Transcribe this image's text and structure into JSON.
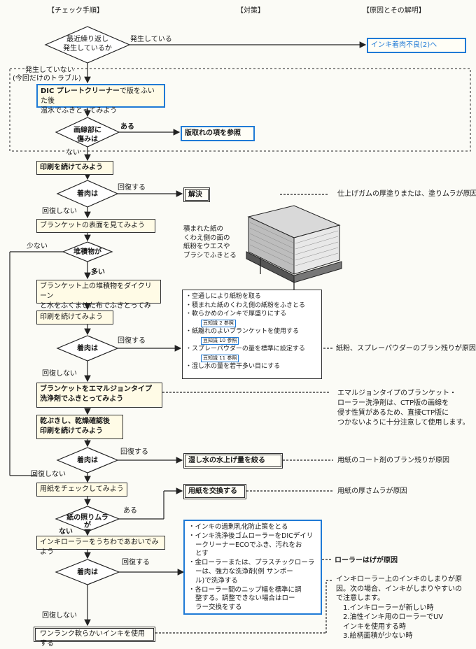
{
  "headers": {
    "check": "【チェック手順】",
    "action": "【対策】",
    "cause": "【原因とその解明】"
  },
  "d1": {
    "l1": "最近繰り返し",
    "l2": "発生しているか",
    "yes": "発生している",
    "target": "インキ着肉不良(2)へ"
  },
  "no1": {
    "l1": "発生していない",
    "l2": "(今回だけのトラブル)"
  },
  "step_plate": {
    "bold": "DIC プレートクリーナー",
    "rest1": "で版をふいた後",
    "rest2": "温水でふきとってみよう"
  },
  "d2": {
    "l1": "画線部に",
    "l2": "傷みは",
    "yes": "ある",
    "no": "ない",
    "target": "版取れの項を参照"
  },
  "step_print1": "印刷を続けてみよう",
  "d3": {
    "label": "着肉は",
    "yes": "回復する",
    "no": "回復しない",
    "target": "解決",
    "cause": "仕上げガムの厚塗りまたは、塗りムラが原因"
  },
  "step_blanket": "ブランケットの表面を見てみよう",
  "d4": {
    "label": "堆積物が",
    "yes": "多い",
    "no": "少ない"
  },
  "photo_caption": [
    "積まれた紙の",
    "くわえ側の面の",
    "紙粉をウエスや",
    "ブラシでふきとる"
  ],
  "step_clean": {
    "l1": "ブランケット上の堆積物をダイクリーン",
    "l2": "と水をふくませた布でふきとってみよう"
  },
  "step_print2": "印刷を続けてみよう",
  "d5": {
    "label": "着肉は",
    "yes": "回復する",
    "no": "回復しない",
    "cause": "紙粉、スプレーパウダーのブラン残りが原因"
  },
  "measures1": {
    "items": [
      "空通しにより紙粉を取る",
      "積まれた紙のくわえ側の紙粉をふきとる",
      "軟らかめのインキで厚盛りにする",
      "紙離れのよいブランケットを使用する",
      "スプレーパウダーの量を標準に設定する",
      "湿し水の量を若干多い目にする"
    ],
    "ref1": "豆知識 2 参照",
    "ref2": "豆知識 10 参照",
    "ref3": "豆知識 11 参照"
  },
  "step_emulsion": {
    "l1": "ブランケットをエマルジョンタイプ",
    "l2": "洗浄剤でふきとってみよう"
  },
  "emulsion_note": [
    "エマルジョンタイプのブランケット・",
    "ローラー洗浄剤は、CTP版の画線を",
    "侵す性質があるため、直接CTP版に",
    "つかないように十分注意して使用します。"
  ],
  "step_dry": {
    "l1": "乾ぶきし、乾燥確認後",
    "l2": "印刷を続けてみよう"
  },
  "d6": {
    "label": "着肉は",
    "yes": "回復する",
    "no": "回復しない",
    "target": "湿し水の水上げ量を絞る",
    "cause": "用紙のコート剤のブラン残りが原因"
  },
  "step_paper": "用紙をチェックしてみよう",
  "d7": {
    "l1": "紙の照りムラ",
    "l2": "が",
    "yes": "ある",
    "no": "ない",
    "target": "用紙を交換する",
    "cause": "用紙の厚さムラが原因"
  },
  "step_roller": "インキローラーをうちわであおいでみよう",
  "d8": {
    "label": "着肉は",
    "yes": "回復する",
    "no": "回復しない",
    "cause": "ローラーはげが原因"
  },
  "measures2": [
    "インキの過剰乳化防止策をとる",
    "インキ洗浄後ゴムローラーをDICデイリ",
    "ークリーナーECOでふき、汚れをお",
    "とす",
    "金ローラーまたは、プラスチックローラ",
    "ーは、強力な洗浄剤(例 サンポー",
    "ル)で洗浄する",
    "各ローラー間のニップ幅を標準に調",
    "整する。調整できない場合はロー",
    "ラー交換をする"
  ],
  "roller_note": [
    "インキローラー上のインキのしまりが原",
    "因。次の場合、インキがしまりやすいの",
    "で注意します。",
    "1.インキローラーが新しい時",
    "2.油性インキ用のローラーでUV",
    "  インキを使用する時",
    "3.絵柄面積が少ない時"
  ],
  "step_soft": "ワンランク軟らかいインキを使用する"
}
